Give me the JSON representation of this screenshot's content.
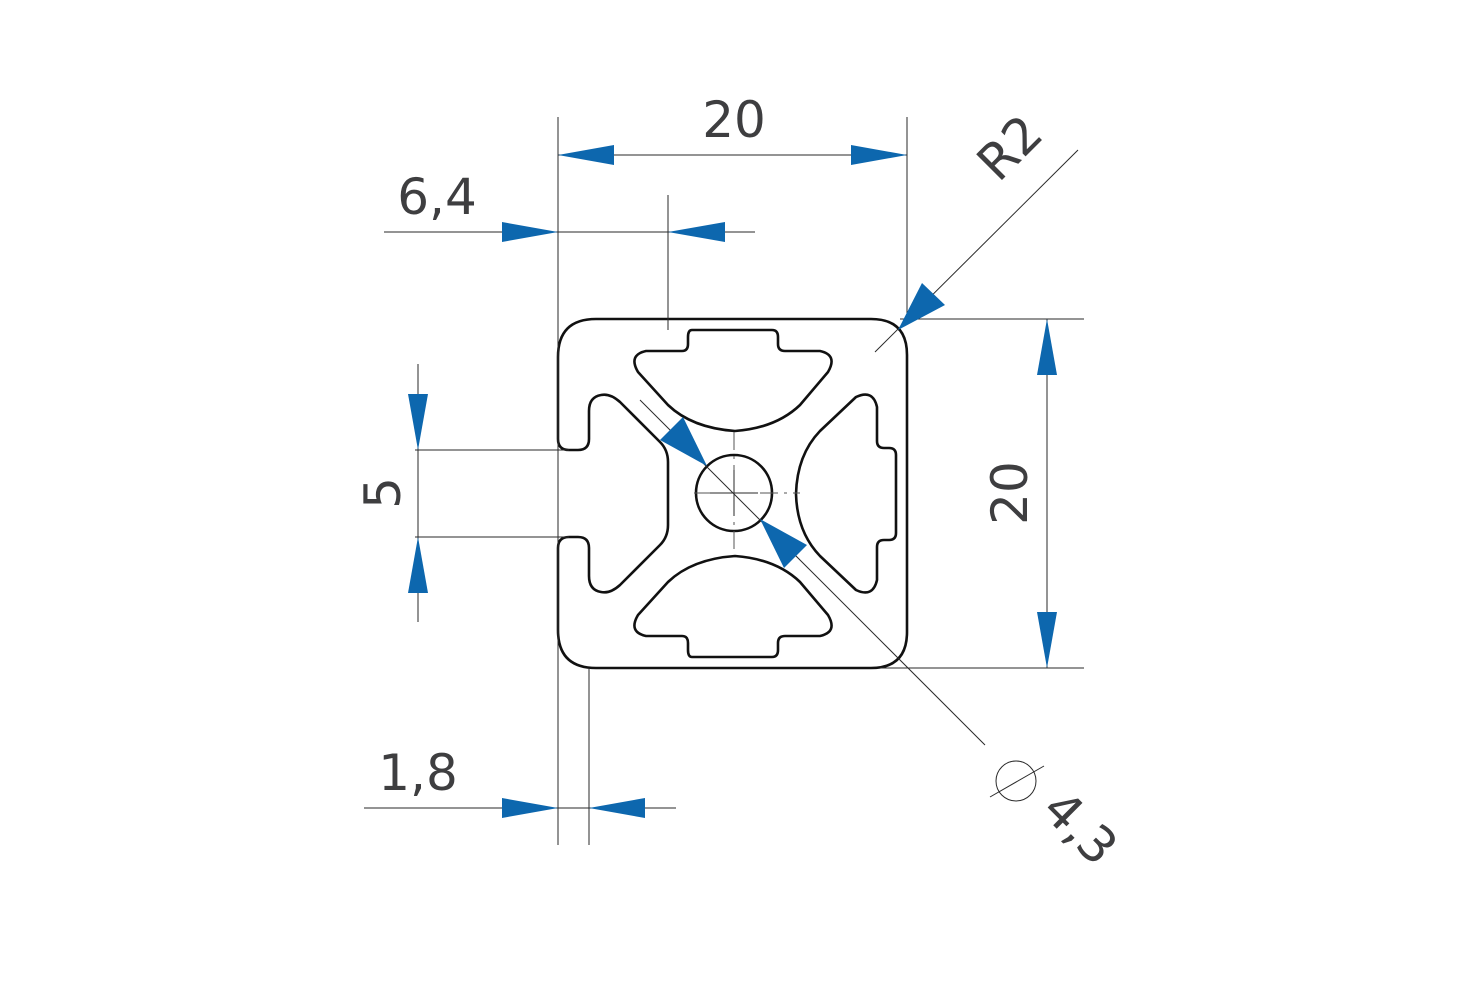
{
  "colors": {
    "arrow": "#0d67ae",
    "outline": "#111111",
    "dimension_line": "#2a2a2a",
    "text": "#3e3e40",
    "background": "#ffffff"
  },
  "dimensions": {
    "width_top": "20",
    "slot_offset": "6,4",
    "corner_radius": "R2",
    "height_right": "20",
    "slot_width": "5",
    "wall_thickness": "1,8",
    "bore_diameter": "4,3"
  }
}
